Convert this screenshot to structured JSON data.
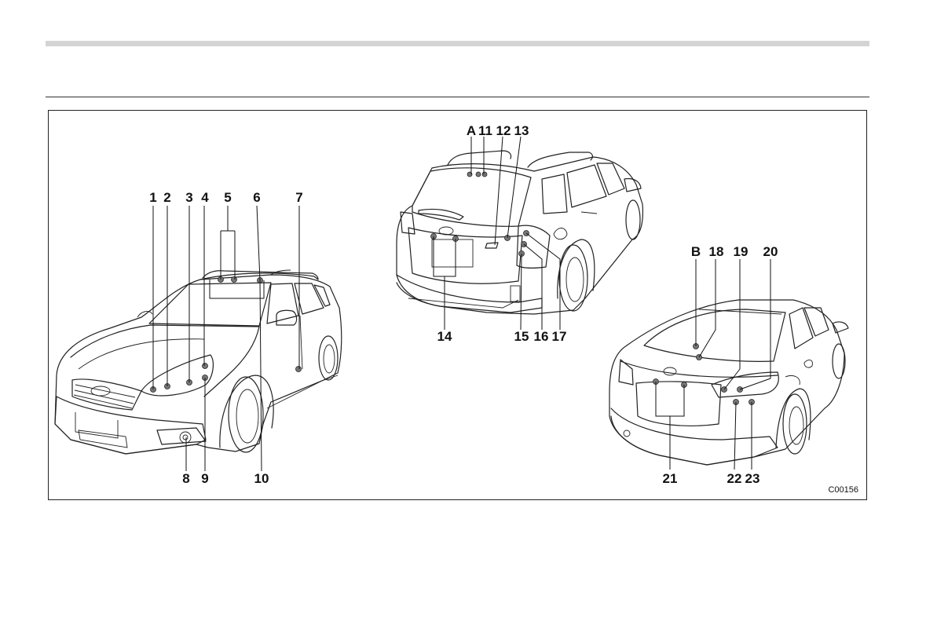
{
  "figure": {
    "code": "C00156",
    "callouts": {
      "c1": "1",
      "c2": "2",
      "c3": "3",
      "c4": "4",
      "c5": "5",
      "c6": "6",
      "c7": "7",
      "c8": "8",
      "c9": "9",
      "c10": "10",
      "cA": "A",
      "c11": "11",
      "c12": "12",
      "c13": "13",
      "c14": "14",
      "c15": "15",
      "c16": "16",
      "c17": "17",
      "cB": "B",
      "c18": "18",
      "c19": "19",
      "c20": "20",
      "c21": "21",
      "c22": "22",
      "c23": "23"
    }
  }
}
